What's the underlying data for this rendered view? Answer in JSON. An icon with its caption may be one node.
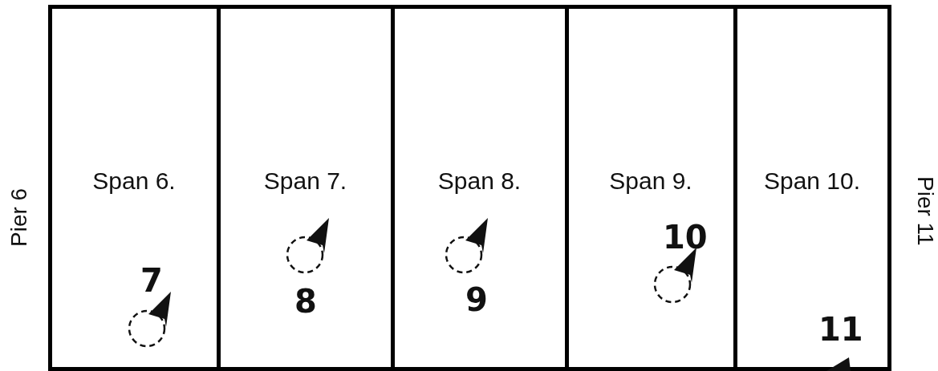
{
  "diagram": {
    "nodes": [
      {
        "text": [
          "Span 6."
        ]
      },
      {
        "text": [
          "Span 7."
        ]
      },
      {
        "text": [
          "Span 8."
        ]
      },
      {
        "text": [
          "Span 9."
        ]
      },
      {
        "text": [
          "Span 10."
        ]
      }
    ],
    "labels": [
      "Pier 6",
      "Pier 11",
      "7",
      "8",
      "9",
      "10",
      "11"
    ]
  }
}
